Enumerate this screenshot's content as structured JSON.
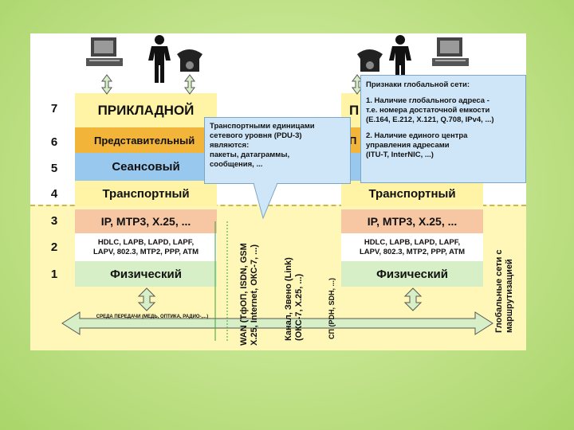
{
  "layer_numbers": [
    "7",
    "6",
    "5",
    "4",
    "3",
    "2",
    "1"
  ],
  "left_stack": {
    "l7": "ПРИКЛАДНОЙ",
    "l6": "Представительный",
    "l5": "Сеансовый",
    "l4": "Транспортный",
    "l3": "IP, MTP3, X.25, ...",
    "l2_line1": "HDLC, LAPB, LAPD, LAPF,",
    "l2_line2": "LAPV, 802.3, MTP2, PPP, ATM",
    "l1": "Физический"
  },
  "right_stack": {
    "l7": "П",
    "l6": "П",
    "l5": "",
    "l4": "Транспортный",
    "l3": "IP, MTP3, X.25, ...",
    "l2_line1": "HDLC, LAPB, LAPD, LAPF,",
    "l2_line2": "LAPV, 802.3, MTP2, PPP, ATM",
    "l1": "Физический"
  },
  "callout_pdu": {
    "line1": "Транспортными единицами",
    "line2": "сетевого уровня (PDU-3)",
    "line3": "являются:",
    "line4": "пакеты, датаграммы,",
    "line5": "сообщения, ..."
  },
  "callout_global": {
    "title": "Признаки глобальной сети:",
    "line1": "1. Наличие глобального адреса -",
    "line2": "т.е. номера достаточной емкости",
    "line3": "(E.164, E.212, X.121, Q.708, IPv4, ...)",
    "line4": "2. Наличие единого центра",
    "line5": "управления адресами",
    "line6": "(ITU-T, InterNIC, ...)"
  },
  "vertical_labels": {
    "wan1": "WAN (ТфОП, ISDN, GSM",
    "wan2": "X.25, Internet, ОКС-7, ...)",
    "link1": "Канал, Звено (Link)",
    "link2": "(ОКС-7, X.25, ...)",
    "sp": "СП (PDH, SDH, ...)",
    "global1": "Глобальные сети с",
    "global2": "маршрутизацией"
  },
  "medium_text": "СРЕДА ПЕРЕДАЧИ (МЕДЬ, ОПТИКА, РАДИО-,...)",
  "colors": {
    "background": "#c2e28a",
    "application": "#fff3a6",
    "presentation": "#f3b43a",
    "session": "#99c8ef",
    "network": "#f7c7a3",
    "physical": "#d6efc6",
    "callout": "#cfe6f8",
    "band": "#fff7b8"
  }
}
